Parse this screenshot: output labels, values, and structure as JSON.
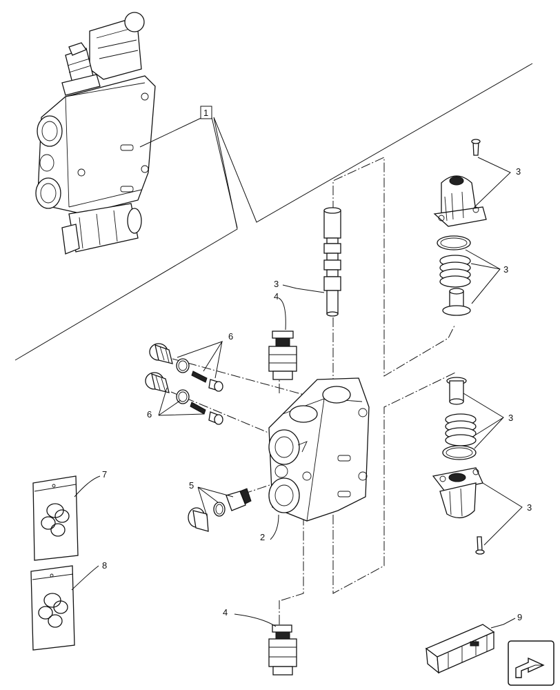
{
  "callouts": {
    "group": "1",
    "body": "2",
    "spool_top": "3",
    "check_top": "4",
    "cap_top": "3",
    "spring_top": "3",
    "cap_bottom": "3",
    "spring_bottom": "3",
    "check_bottom": "4",
    "relief": "5",
    "plugs_top": "6",
    "plugs_bottom": "6",
    "kit_a": "7",
    "kit_b": "8",
    "crate": "9"
  },
  "icons": {
    "nav": "next-page-arrow-icon"
  }
}
